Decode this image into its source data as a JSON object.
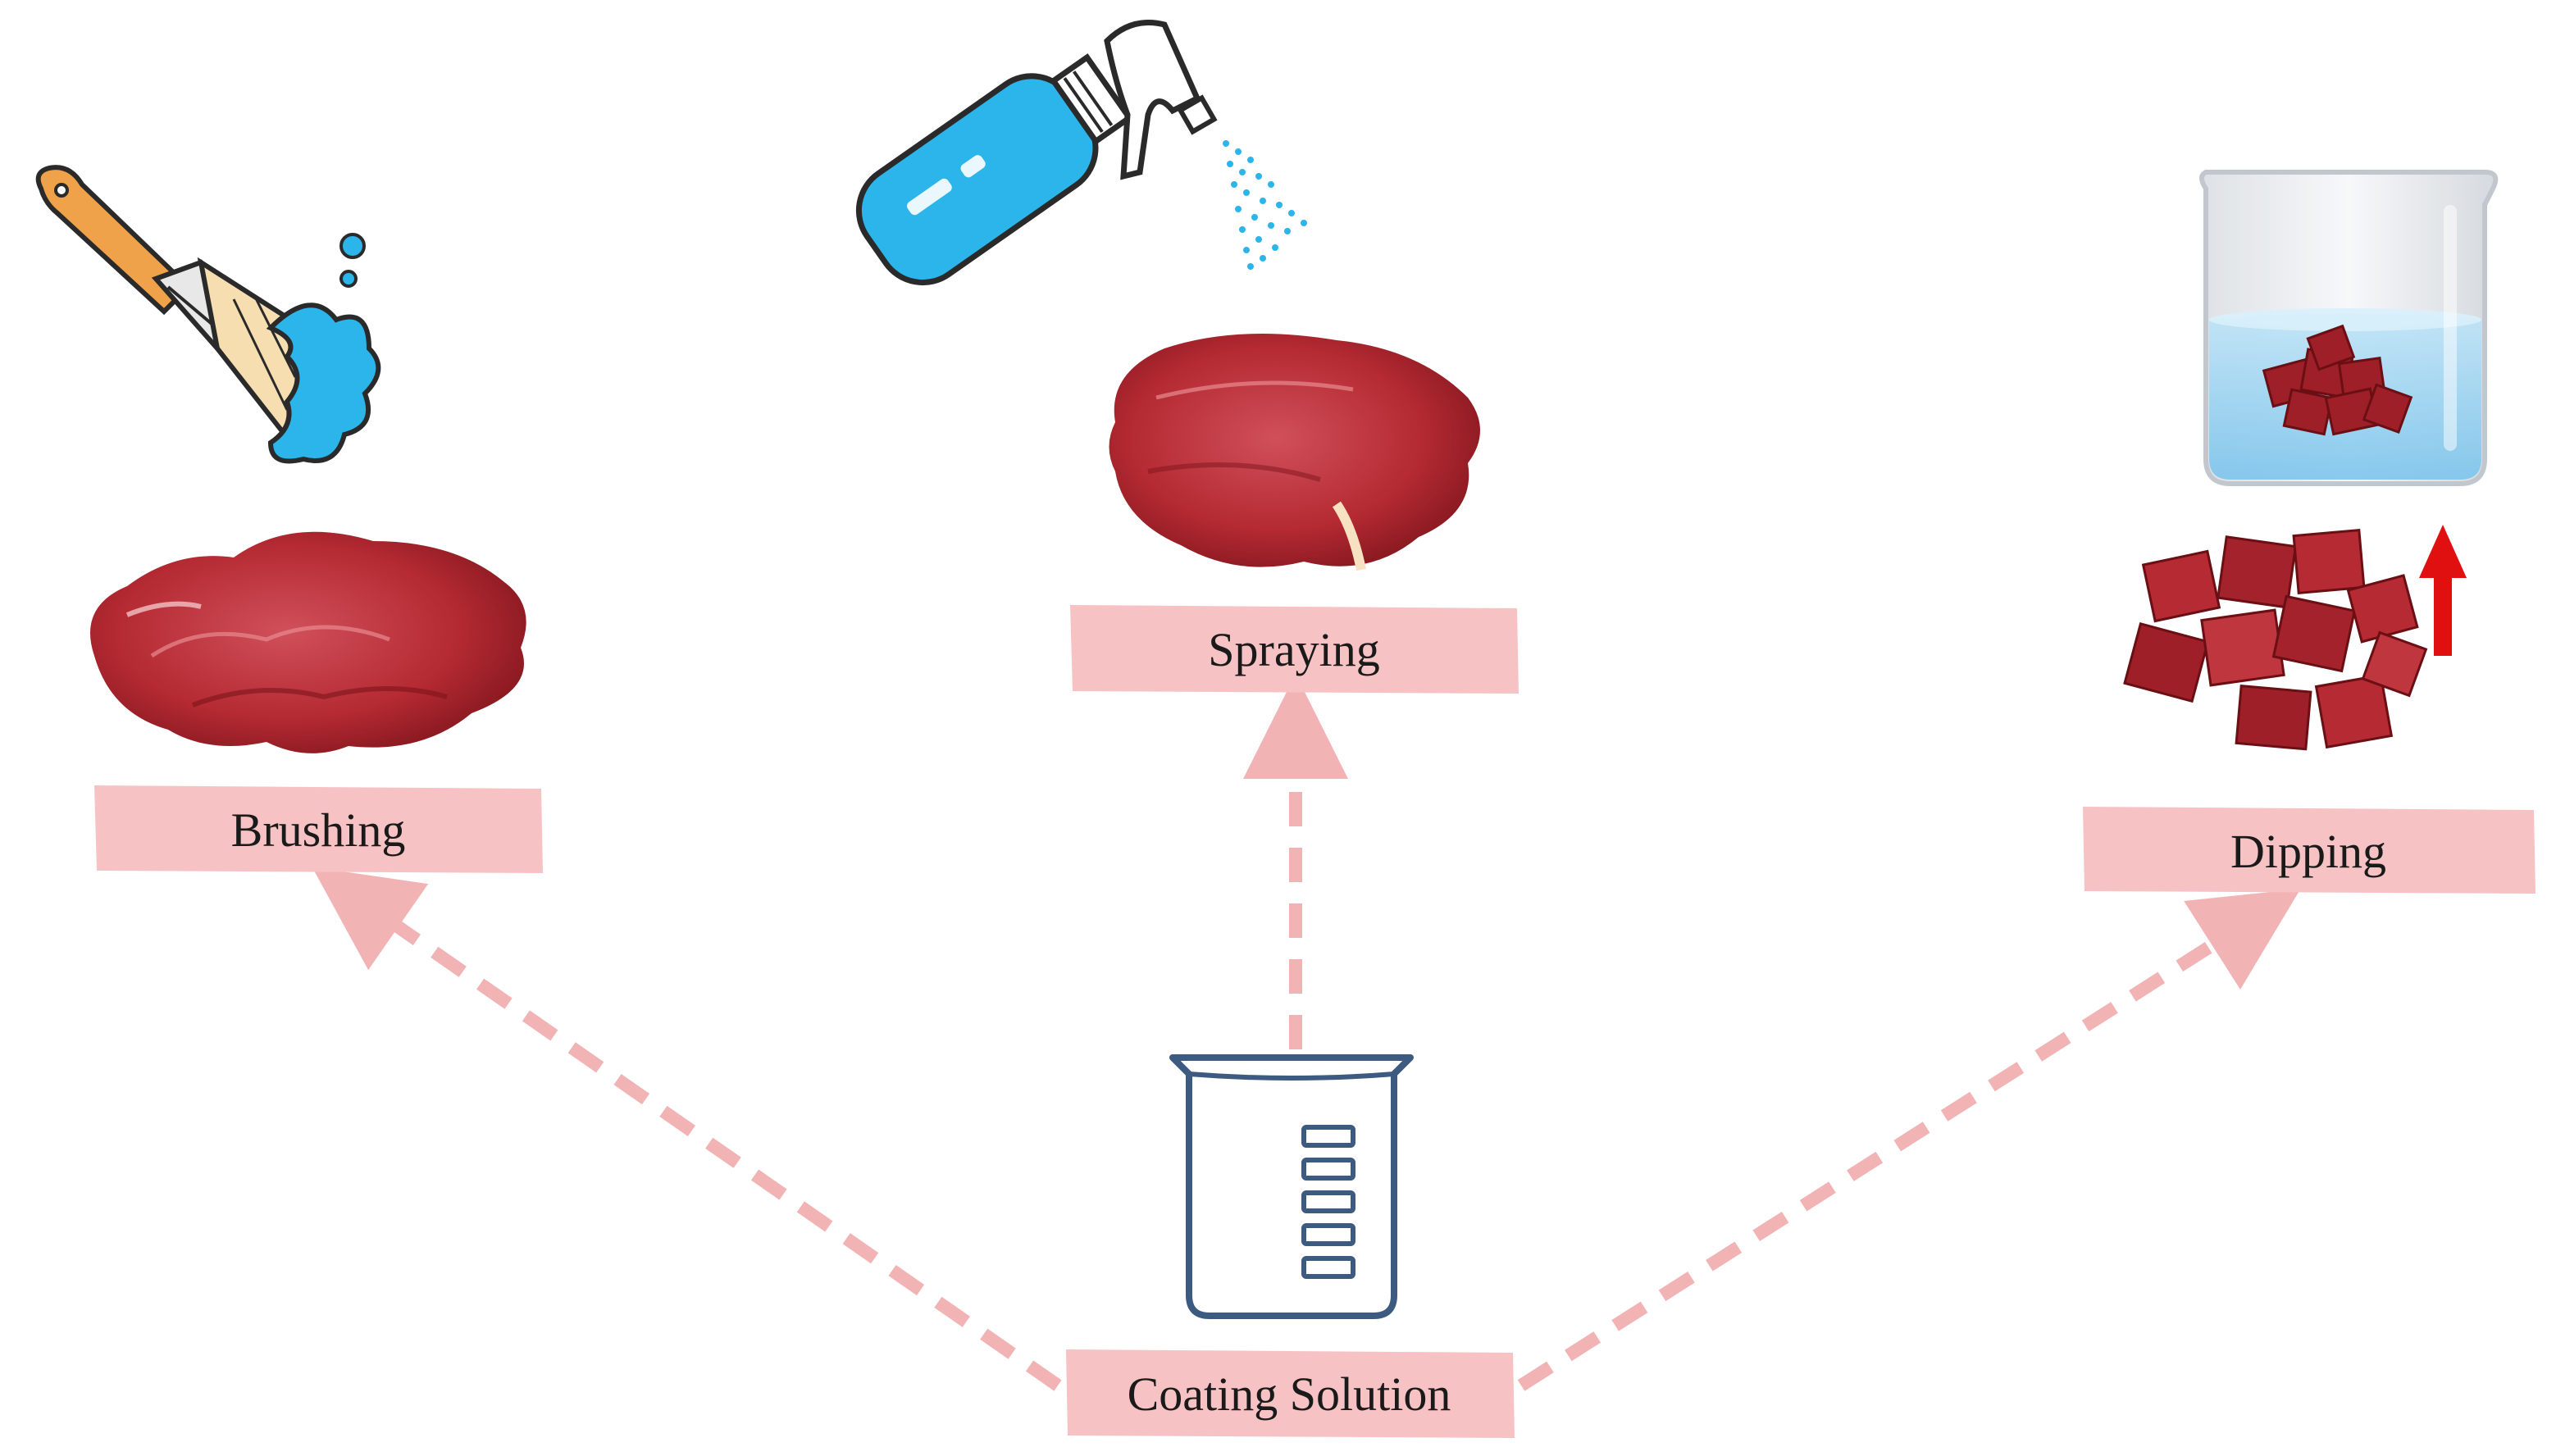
{
  "labels": {
    "brushing": "Brushing",
    "spraying": "Spraying",
    "dipping": "Dipping",
    "source": "Coating Solution"
  },
  "colors": {
    "label_bg": "#f7c2c4",
    "arrow": "#f2b3b5",
    "meat_dark": "#8e1b22",
    "meat_mid": "#b52a33",
    "meat_light": "#d0505a",
    "liquid_blue": "#2bb5ea",
    "outline": "#2a2a2a",
    "beaker_stroke": "#3d5a80",
    "brush_handle": "#f0a24a",
    "dipping_arrow": "#e01010"
  },
  "icons": [
    "paintbrush-icon",
    "spray-bottle-icon",
    "glass-beaker-icon",
    "measuring-beaker-icon",
    "up-arrow-icon"
  ]
}
